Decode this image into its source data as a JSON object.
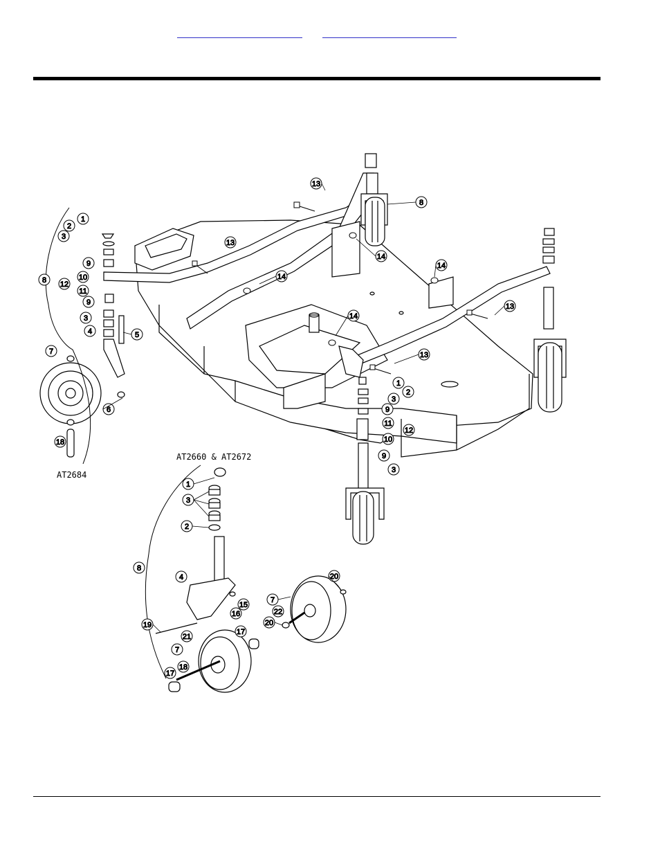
{
  "nav": {
    "links": [
      {
        "text": "",
        "color": "#3030c8"
      },
      {
        "text": "",
        "color": "#3030c8"
      }
    ]
  },
  "diagram": {
    "model_labels": [
      "AT2684",
      "AT2660 & AT2672"
    ],
    "callouts_main": [
      "1",
      "2",
      "3",
      "8",
      "9",
      "10",
      "11",
      "12",
      "9",
      "3",
      "4",
      "5",
      "7",
      "6",
      "18",
      "13",
      "13",
      "8",
      "14",
      "14",
      "14",
      "14",
      "13",
      "13",
      "1",
      "2",
      "3",
      "9",
      "11",
      "10",
      "12",
      "9",
      "3"
    ],
    "callouts_lower": [
      "1",
      "3",
      "2",
      "8",
      "4",
      "15",
      "16",
      "19",
      "21",
      "7",
      "17",
      "18",
      "17",
      "20",
      "7",
      "22",
      "20"
    ]
  }
}
